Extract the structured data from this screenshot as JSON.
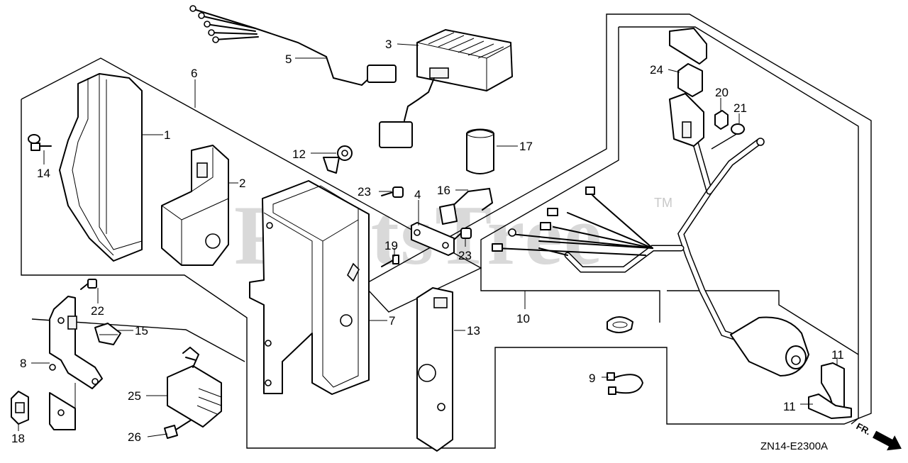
{
  "watermark": {
    "text": "PartsTree",
    "tm": "TM"
  },
  "diagram_code": "ZN14-E2300A",
  "direction_label": "FR.",
  "callouts": [
    {
      "id": "c1",
      "label": "1"
    },
    {
      "id": "c2",
      "label": "2"
    },
    {
      "id": "c3",
      "label": "3"
    },
    {
      "id": "c4",
      "label": "4"
    },
    {
      "id": "c5",
      "label": "5"
    },
    {
      "id": "c6",
      "label": "6"
    },
    {
      "id": "c7",
      "label": "7"
    },
    {
      "id": "c8",
      "label": "8"
    },
    {
      "id": "c9",
      "label": "9"
    },
    {
      "id": "c10",
      "label": "10"
    },
    {
      "id": "c11a",
      "label": "11"
    },
    {
      "id": "c11b",
      "label": "11"
    },
    {
      "id": "c12",
      "label": "12"
    },
    {
      "id": "c13",
      "label": "13"
    },
    {
      "id": "c14",
      "label": "14"
    },
    {
      "id": "c15",
      "label": "15"
    },
    {
      "id": "c16",
      "label": "16"
    },
    {
      "id": "c17",
      "label": "17"
    },
    {
      "id": "c18",
      "label": "18"
    },
    {
      "id": "c19",
      "label": "19"
    },
    {
      "id": "c20",
      "label": "20"
    },
    {
      "id": "c21",
      "label": "21"
    },
    {
      "id": "c22",
      "label": "22"
    },
    {
      "id": "c23a",
      "label": "23"
    },
    {
      "id": "c23b",
      "label": "23"
    },
    {
      "id": "c24",
      "label": "24"
    },
    {
      "id": "c25",
      "label": "25"
    },
    {
      "id": "c26",
      "label": "26"
    }
  ]
}
